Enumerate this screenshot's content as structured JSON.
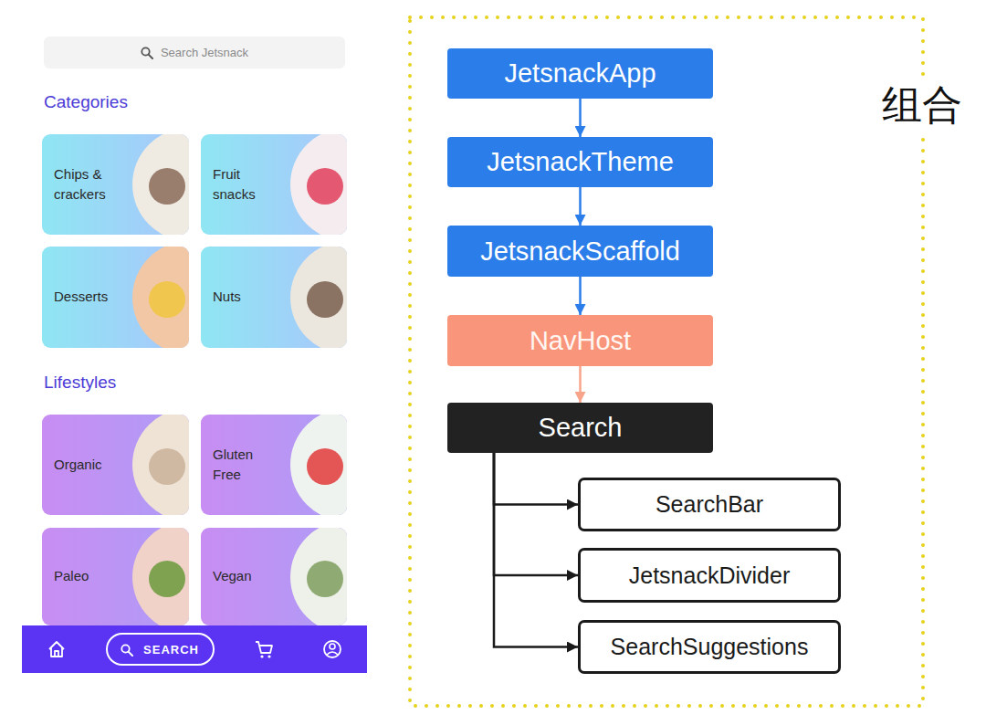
{
  "diagram": {
    "nodes": [
      {
        "text": [
          "Search Jetsnack"
        ]
      },
      {
        "text": [
          "Chips & crackers"
        ]
      },
      {
        "text": [
          "Fruit snacks"
        ]
      },
      {
        "text": [
          "Desserts"
        ]
      },
      {
        "text": [
          "Nuts"
        ]
      },
      {
        "text": [
          "Organic"
        ]
      },
      {
        "text": [
          "Gluten Free"
        ]
      },
      {
        "text": [
          "Paleo"
        ]
      },
      {
        "text": [
          "Vegan"
        ]
      },
      {
        "text": [
          "SEARCH"
        ]
      },
      {
        "text": [
          "JetsnackApp"
        ]
      },
      {
        "text": [
          "JetsnackTheme"
        ]
      },
      {
        "text": [
          "JetsnackScaffold"
        ]
      },
      {
        "text": [
          "NavHost"
        ]
      },
      {
        "text": [
          "Search"
        ]
      },
      {
        "text": [
          "SearchBar"
        ]
      },
      {
        "text": [
          "JetsnackDivider"
        ]
      },
      {
        "text": [
          "SearchSuggestions"
        ]
      }
    ],
    "edges": [
      {
        "from": 10,
        "to": 11,
        "arrow": "to"
      },
      {
        "from": 11,
        "to": 12,
        "arrow": "to"
      },
      {
        "from": 12,
        "to": 13,
        "arrow": "to"
      },
      {
        "from": 13,
        "to": 14,
        "arrow": "to"
      },
      {
        "from": 14,
        "to": 15,
        "arrow": "to"
      },
      {
        "from": 14,
        "to": 16,
        "arrow": "to"
      },
      {
        "from": 14,
        "to": 17,
        "arrow": "to"
      }
    ],
    "labels": [
      "Categories",
      "Lifestyles",
      "组合"
    ]
  }
}
